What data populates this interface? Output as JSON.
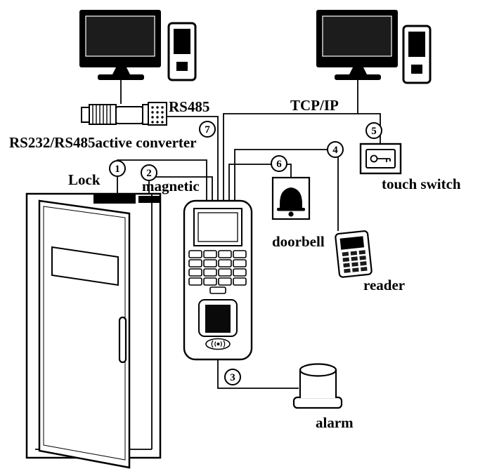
{
  "diagram": {
    "title": "access-control-system-wiring-diagram",
    "labels": {
      "rs485": "RS485",
      "converter": "RS232/RS485active converter",
      "tcpip": "TCP/IP",
      "lock": "Lock",
      "magnetic": "magnetic",
      "doorbell": "doorbell",
      "reader": "reader",
      "touch_switch": "touch switch",
      "alarm": "alarm"
    },
    "nodes": [
      "1",
      "2",
      "3",
      "4",
      "5",
      "6",
      "7"
    ],
    "colors": {
      "line": "#000000",
      "background": "#ffffff",
      "fill_dark": "#111111"
    }
  }
}
